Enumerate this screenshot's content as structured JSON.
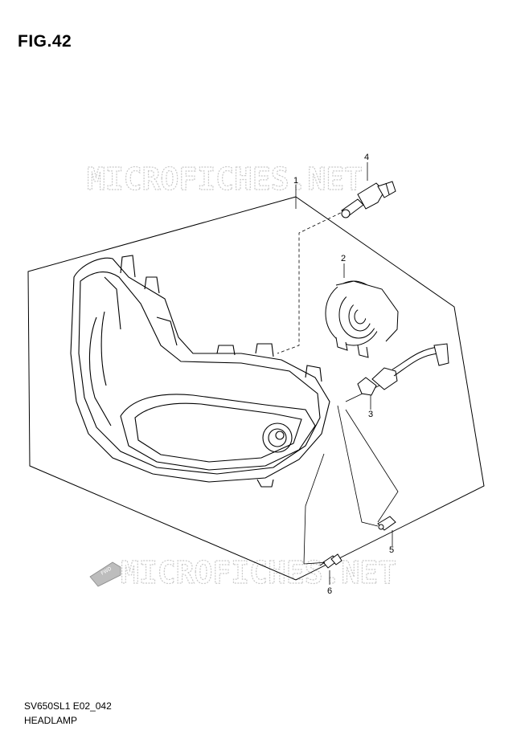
{
  "figure": {
    "title": "FIG.42"
  },
  "callouts": {
    "c1": "1",
    "c2": "2",
    "c3": "3",
    "c4": "4",
    "c5": "5",
    "c6": "6"
  },
  "watermark": {
    "text": "MICROFICHES.NET",
    "fwd_label": "FWD"
  },
  "footer": {
    "code": "SV650SL1 E02_042",
    "name": "HEADLAMP"
  },
  "colors": {
    "line": "#000000",
    "watermark": "#c9c9c9"
  }
}
